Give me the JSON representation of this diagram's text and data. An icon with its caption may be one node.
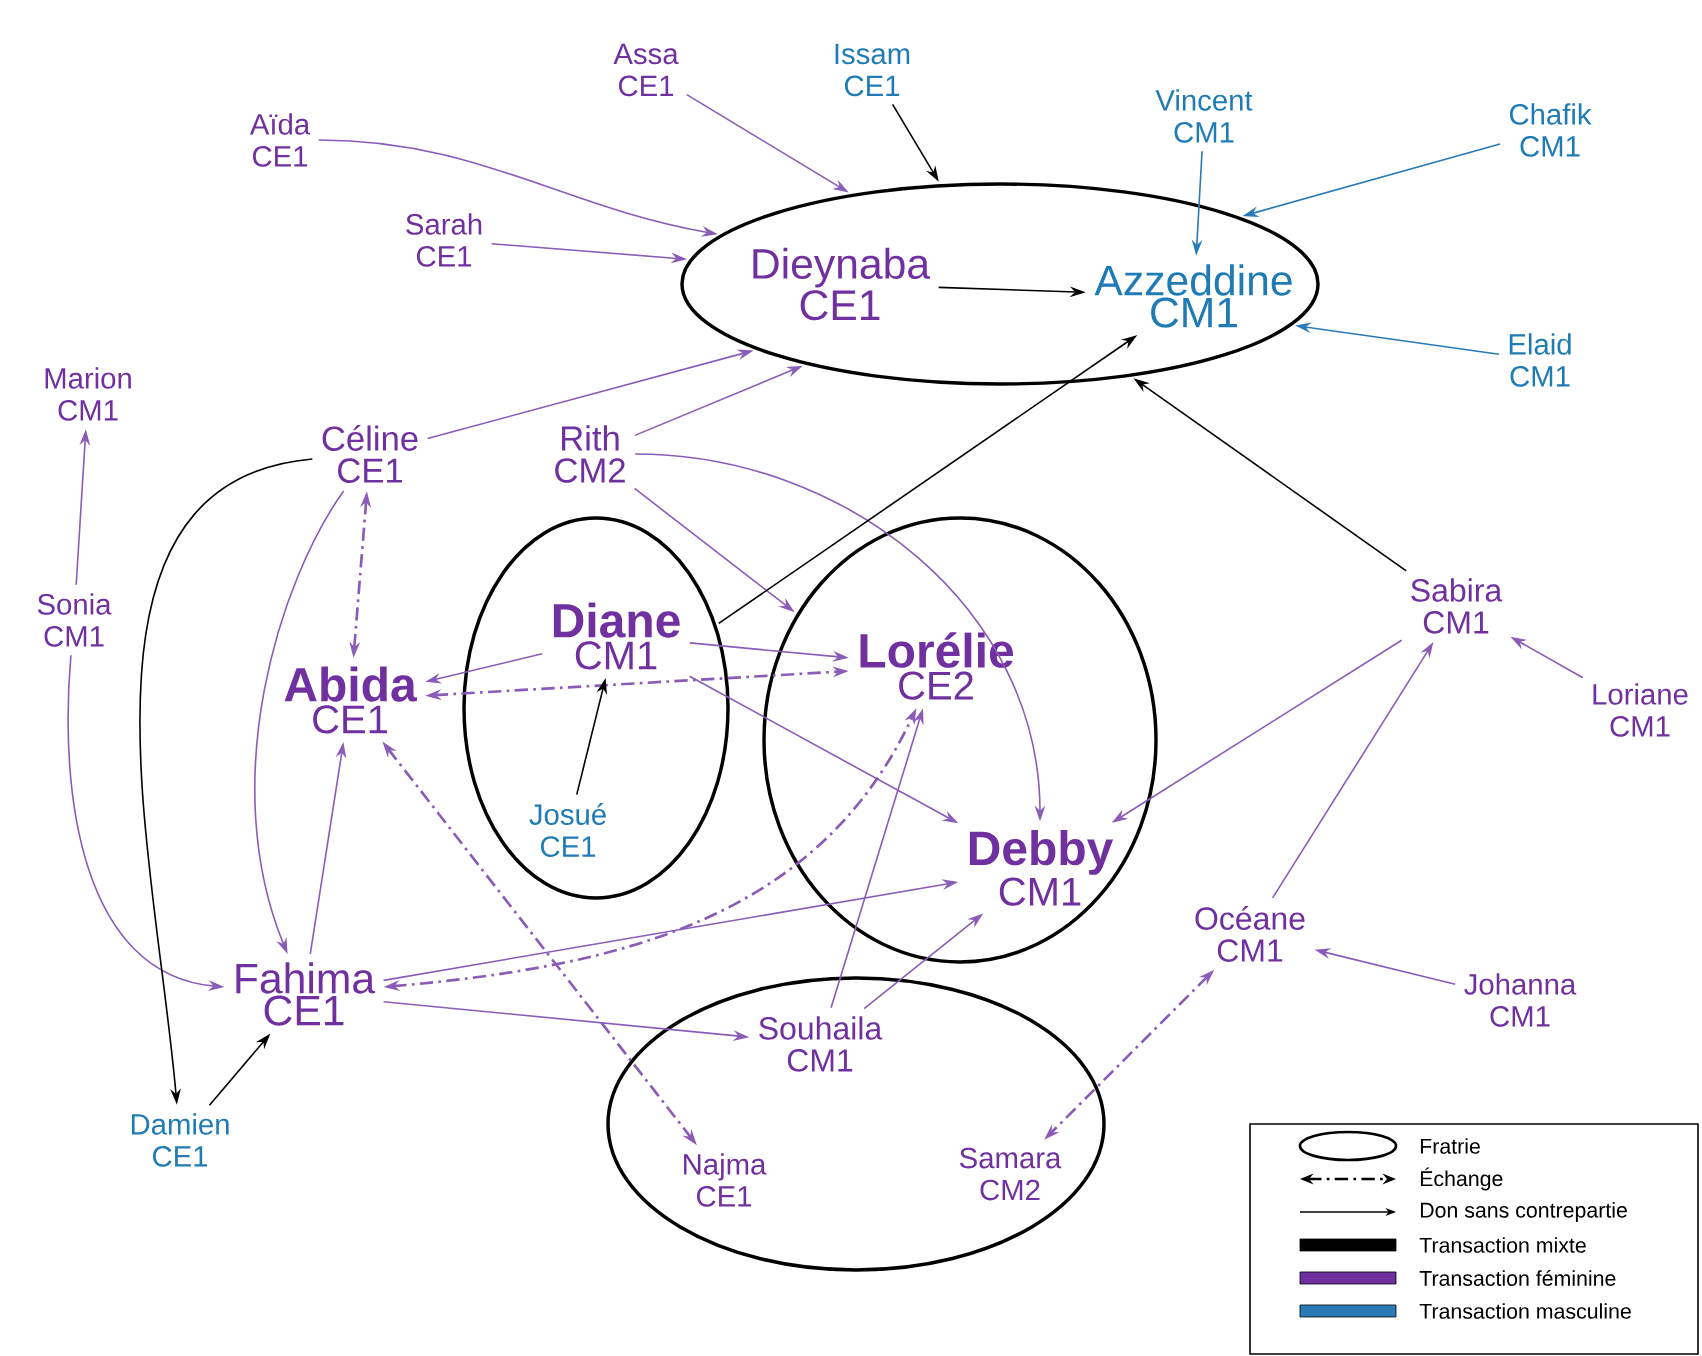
{
  "diagram": {
    "nodes": [
      {
        "text": [
          "Aïda",
          "CE1"
        ]
      },
      {
        "text": [
          "Assa",
          "CE1"
        ]
      },
      {
        "text": [
          "Issam",
          "CE1"
        ]
      },
      {
        "text": [
          "Vincent",
          "CM1"
        ]
      },
      {
        "text": [
          "Chafik",
          "CM1"
        ]
      },
      {
        "text": [
          "Sarah",
          "CE1"
        ]
      },
      {
        "text": [],
        "shape": "ellipse"
      },
      {
        "text": [
          "Dieynaba",
          "CE1"
        ],
        "in": 6
      },
      {
        "text": [
          "Azzeddine",
          "CM1"
        ],
        "in": 6
      },
      {
        "text": [
          "Elaid",
          "CM1"
        ]
      },
      {
        "text": [
          "Marion",
          "CM1"
        ]
      },
      {
        "text": [
          "Céline",
          "CE1"
        ]
      },
      {
        "text": [
          "Rith",
          "CM2"
        ]
      },
      {
        "text": [
          "Sonia",
          "CM1"
        ]
      },
      {
        "text": [],
        "shape": "ellipse"
      },
      {
        "text": [
          "Diane",
          "CM1"
        ],
        "in": 14
      },
      {
        "text": [
          "Josué",
          "CE1"
        ],
        "in": 14
      },
      {
        "text": [],
        "shape": "ellipse"
      },
      {
        "text": [
          "Lorélie",
          "CE2"
        ],
        "in": 17
      },
      {
        "text": [
          "Debby",
          "CM1"
        ],
        "in": 17
      },
      {
        "text": [
          "Abida",
          "CE1"
        ]
      },
      {
        "text": [
          "Sabira",
          "CM1"
        ]
      },
      {
        "text": [
          "Loriane",
          "CM1"
        ]
      },
      {
        "text": [
          "Océane",
          "CM1"
        ]
      },
      {
        "text": [
          "Fahima",
          "CE1"
        ]
      },
      {
        "text": [
          "Johanna",
          "CM1"
        ]
      },
      {
        "text": [],
        "shape": "ellipse"
      },
      {
        "text": [
          "Souhaila",
          "CM1"
        ],
        "in": 26
      },
      {
        "text": [
          "Najma",
          "CE1"
        ],
        "in": 26
      },
      {
        "text": [
          "Samara",
          "CM2"
        ],
        "in": 26
      },
      {
        "text": [
          "Damien",
          "CE1"
        ]
      }
    ],
    "edges": [
      {
        "from": 0,
        "to": 6,
        "arrow": "to"
      },
      {
        "from": 1,
        "to": 6,
        "arrow": "to"
      },
      {
        "from": 2,
        "to": 6,
        "arrow": "to",
        "color": "#000000"
      },
      {
        "from": 3,
        "to": 8,
        "arrow": "to",
        "color": "#2a7ab8"
      },
      {
        "from": 4,
        "to": 6,
        "arrow": "to",
        "color": "#2a7ab8"
      },
      {
        "from": 5,
        "to": 6,
        "arrow": "to"
      },
      {
        "from": 7,
        "to": 8,
        "arrow": "to",
        "color": "#000000"
      },
      {
        "from": 9,
        "to": 6,
        "arrow": "to",
        "color": "#2a7ab8"
      },
      {
        "from": 11,
        "to": 6,
        "arrow": "to"
      },
      {
        "from": 12,
        "to": 6,
        "arrow": "to"
      },
      {
        "from": 12,
        "to": 17,
        "arrow": "to"
      },
      {
        "from": 12,
        "to": 19,
        "arrow": "to"
      },
      {
        "from": 13,
        "to": 10,
        "arrow": "to"
      },
      {
        "from": 13,
        "to": 24,
        "arrow": "to"
      },
      {
        "from": 11,
        "to": 30,
        "arrow": "to",
        "color": "#000000"
      },
      {
        "from": 11,
        "to": 24,
        "arrow": "to"
      },
      {
        "from": 11,
        "to": 20,
        "arrow": "both",
        "style": "dashed"
      },
      {
        "from": 15,
        "to": 20,
        "arrow": "to"
      },
      {
        "from": 14,
        "to": 8,
        "arrow": "to",
        "color": "#000000"
      },
      {
        "from": 15,
        "to": 18,
        "arrow": "to"
      },
      {
        "from": 15,
        "to": 19,
        "arrow": "to"
      },
      {
        "from": 20,
        "to": 18,
        "arrow": "both",
        "style": "dashed"
      },
      {
        "from": 24,
        "to": 18,
        "arrow": "both",
        "style": "dashed"
      },
      {
        "from": 16,
        "to": 15,
        "arrow": "to",
        "color": "#000000"
      },
      {
        "from": 20,
        "to": 28,
        "arrow": "both",
        "style": "dashed"
      },
      {
        "from": 24,
        "to": 20,
        "arrow": "to"
      },
      {
        "from": 24,
        "to": 19,
        "arrow": "to"
      },
      {
        "from": 24,
        "to": 27,
        "arrow": "to"
      },
      {
        "from": 27,
        "to": 18,
        "arrow": "to"
      },
      {
        "from": 27,
        "to": 19,
        "arrow": "to"
      },
      {
        "from": 21,
        "to": 19,
        "arrow": "to"
      },
      {
        "from": 21,
        "to": 6,
        "arrow": "to",
        "color": "#000000"
      },
      {
        "from": 23,
        "to": 21,
        "arrow": "to"
      },
      {
        "from": 22,
        "to": 21,
        "arrow": "to"
      },
      {
        "from": 25,
        "to": 23,
        "arrow": "to"
      },
      {
        "from": 23,
        "to": 29,
        "arrow": "both",
        "style": "dashed"
      },
      {
        "from": 30,
        "to": 24,
        "arrow": "to",
        "color": "#000000"
      }
    ],
    "legend": [
      {
        "text": "Fratrie"
      },
      {
        "text": "Échange"
      },
      {
        "text": "Don sans contrepartie"
      },
      {
        "text": "Transaction mixte",
        "color": "#000000"
      },
      {
        "text": "Transaction féminine",
        "color": "#7030a0"
      },
      {
        "text": "Transaction masculine",
        "color": "#2a7ab8"
      }
    ]
  }
}
